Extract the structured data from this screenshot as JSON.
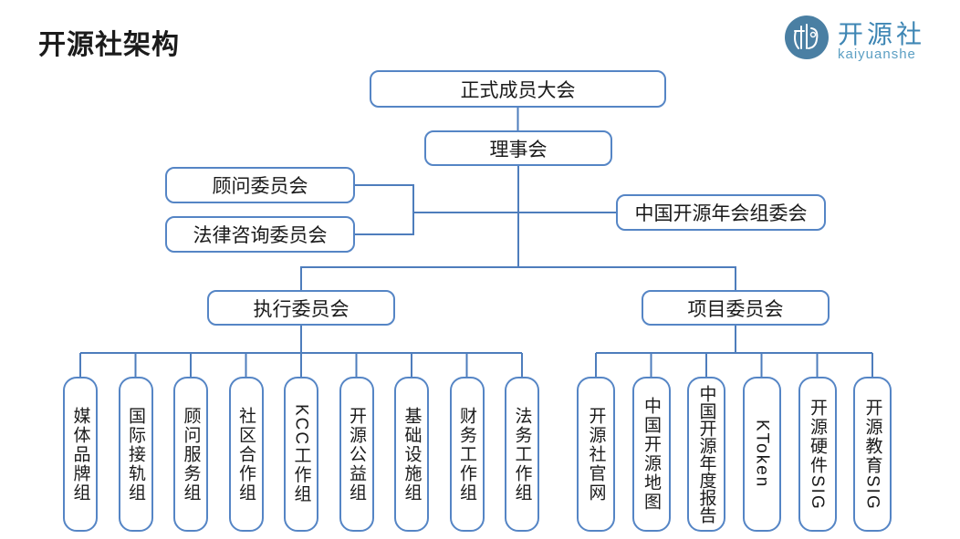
{
  "title": "开源社架构",
  "logo": {
    "name_zh": "开源社",
    "name_en": "kaiyuanshe",
    "icon": "kaiyuanshe-seal-icon"
  },
  "colors": {
    "connector": "#4E7DBC",
    "node_border": "#5585C5",
    "logo_circle": "#4A7FA3",
    "logo_text": "#3E86B4",
    "logo_subtext": "#5C9FC3",
    "title_text": "#1b1b1b"
  },
  "org": {
    "general_assembly": "正式成员大会",
    "board": "理事会",
    "advisory_committee": "顾问委员会",
    "legal_advisory_committee": "法律咨询委员会",
    "annual_conference_committee": "中国开源年会组委会",
    "executive_committee": "执行委员会",
    "project_committee": "项目委员会",
    "exec_children": [
      "媒体品牌组",
      "国际接轨组",
      "顾问服务组",
      "社区合作组",
      "KCC工作组",
      "开源公益组",
      "基础设施组",
      "财务工作组",
      "法务工作组"
    ],
    "project_children": [
      "开源社官网",
      "中国开源地图",
      "中国开源年度报告",
      "KToken",
      "开源硬件SIG",
      "开源教育SIG"
    ]
  }
}
